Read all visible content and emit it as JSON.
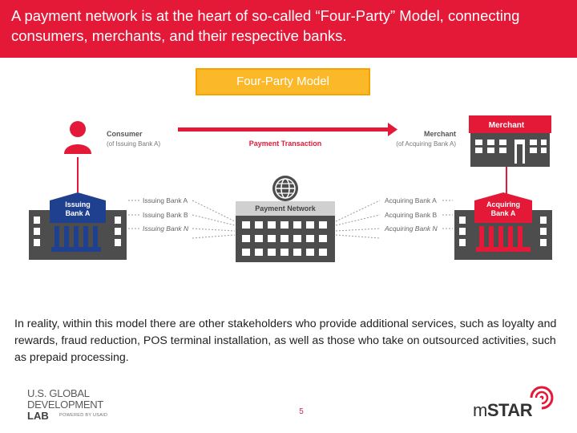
{
  "header": {
    "title": "A payment network is at the heart of so-called “Four-Party” Model, connecting consumers, merchants, and their respective banks."
  },
  "model_badge": {
    "label": "Four-Party Model"
  },
  "diagram": {
    "consumer": {
      "name": "Consumer",
      "sub": "(of Issuing Bank A)"
    },
    "merchant": {
      "name": "Merchant",
      "sub": "(of Acquiring Bank A)",
      "building_label": "Merchant"
    },
    "transaction_label": "Payment Transaction",
    "issuing_bank": {
      "line1": "Issuing",
      "line2": "Bank A"
    },
    "acquiring_bank": {
      "line1": "Acquiring",
      "line2": "Bank A"
    },
    "payment_network": {
      "label": "Payment Network"
    },
    "issuing_list": [
      "Issuing Bank A",
      "Issuing Bank B",
      "Issuing Bank N"
    ],
    "acquiring_list": [
      "Acquiring Bank A",
      "Acquiring Bank B",
      "Acquiring Bank N"
    ],
    "colors": {
      "red": "#e31937",
      "blue": "#1f3f8f",
      "gray": "#4d4d4d",
      "light_gray": "#9a9a9a"
    },
    "icons": [
      "person-icon",
      "globe-icon",
      "bank-building-icon",
      "store-building-icon"
    ]
  },
  "body": {
    "paragraph": "In reality, within this model there are other stakeholders who provide additional services, such as loyalty and rewards, fraud reduction, POS terminal installation, as well as those who take on outsourced activities, such as prepaid processing."
  },
  "footer": {
    "left_logo": {
      "line1": "U.S. GLOBAL",
      "line2": "DEVELOPMENT",
      "line3": "LAB",
      "tag": "POWERED BY USAID"
    },
    "page_number": "5",
    "right_logo": {
      "prefix": "m",
      "name": "STAR"
    }
  }
}
